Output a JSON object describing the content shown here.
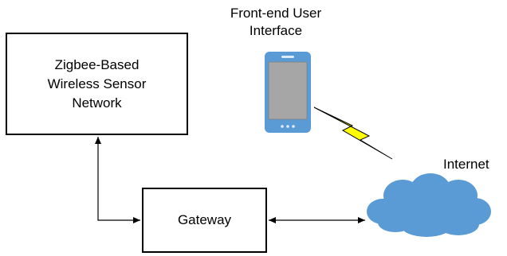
{
  "wsn_node": {
    "line1": "Zigbee-Based",
    "line2": "Wireless Sensor",
    "line3": "Network"
  },
  "gateway_node": {
    "label": "Gateway"
  },
  "ui_node": {
    "line1": "Front-end User",
    "line2": "Interface",
    "icon": "smartphone-icon"
  },
  "internet_node": {
    "label": "Internet",
    "icon": "cloud-icon"
  },
  "links": [
    {
      "from": "wsn_node",
      "to": "gateway_node",
      "style": "bidirectional-arrow"
    },
    {
      "from": "gateway_node",
      "to": "internet_node",
      "style": "bidirectional-arrow"
    },
    {
      "from": "ui_node",
      "to": "internet_node",
      "style": "wireless-lightning"
    }
  ],
  "colors": {
    "phone_body": "#5B9BD5",
    "phone_screen": "#A6A6A6",
    "cloud": "#5B9BD5",
    "lightning": "#FFFF00"
  }
}
